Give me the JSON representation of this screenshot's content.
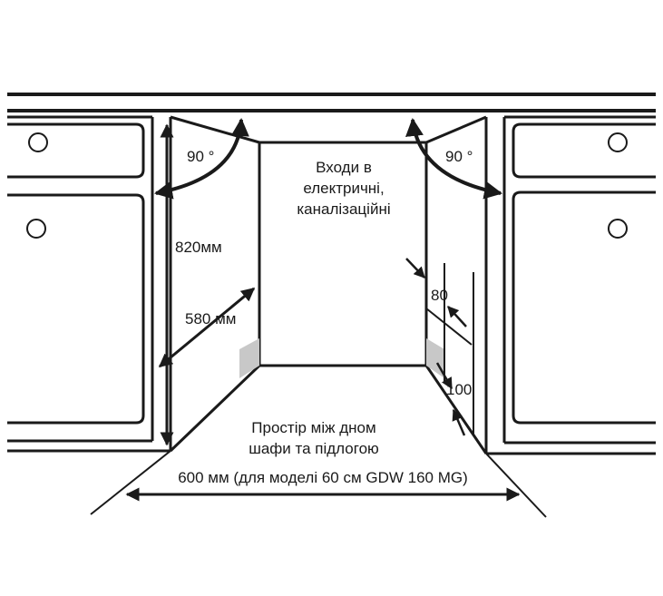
{
  "labels": {
    "angle_left": "90 °",
    "angle_right": "90 °",
    "inputs_line1": "Входи в",
    "inputs_line2": "електричні,",
    "inputs_line3": "каналізаційні",
    "height": "820мм",
    "depth": "580 мм",
    "dim_80": "80",
    "dim_100": "100",
    "space_line1": "Простір між дном",
    "space_line2": "шафи та підлогою",
    "width": "600 мм (для моделі 60 см GDW 160 MG)"
  },
  "colors": {
    "stroke": "#1a1a1a",
    "inset": "#c8c8c8",
    "background": "#ffffff"
  }
}
